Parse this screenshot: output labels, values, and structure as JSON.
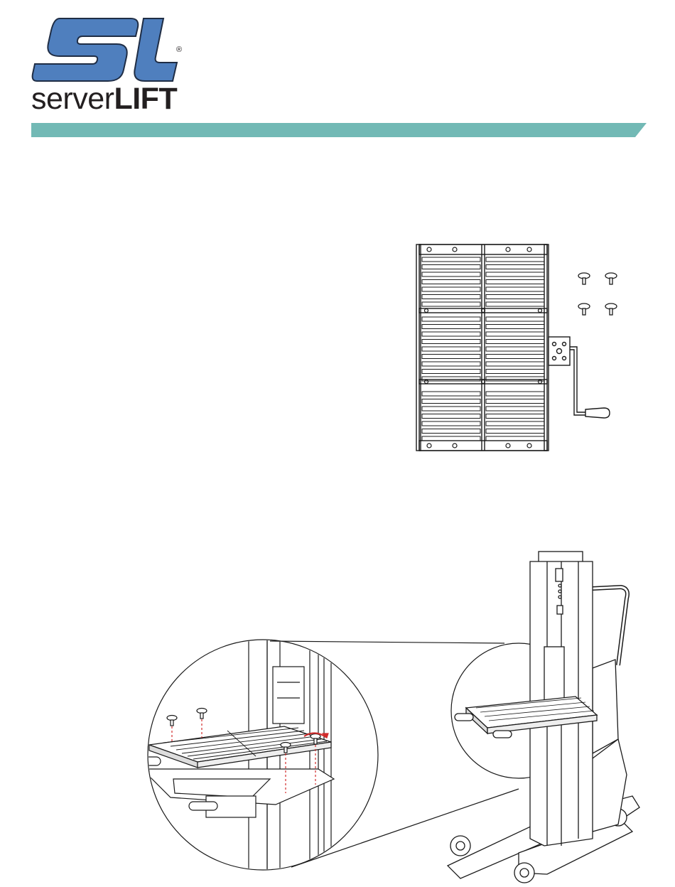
{
  "brand": {
    "name_light": "server",
    "name_bold": "LIFT",
    "registered_mark": "®",
    "logo_color": "#4f7fbe",
    "bar_color": "#72b9b5"
  },
  "figures": [
    {
      "id": "shelf-kit-parts",
      "description_icon": "roller-shelf-with-crank-and-thumbscrews"
    },
    {
      "id": "lift-installation",
      "description_icon": "lift-with-zoomed-shelf-install"
    }
  ],
  "colors": {
    "line": "#1a1a1a",
    "accent_red": "#d12b2b"
  }
}
